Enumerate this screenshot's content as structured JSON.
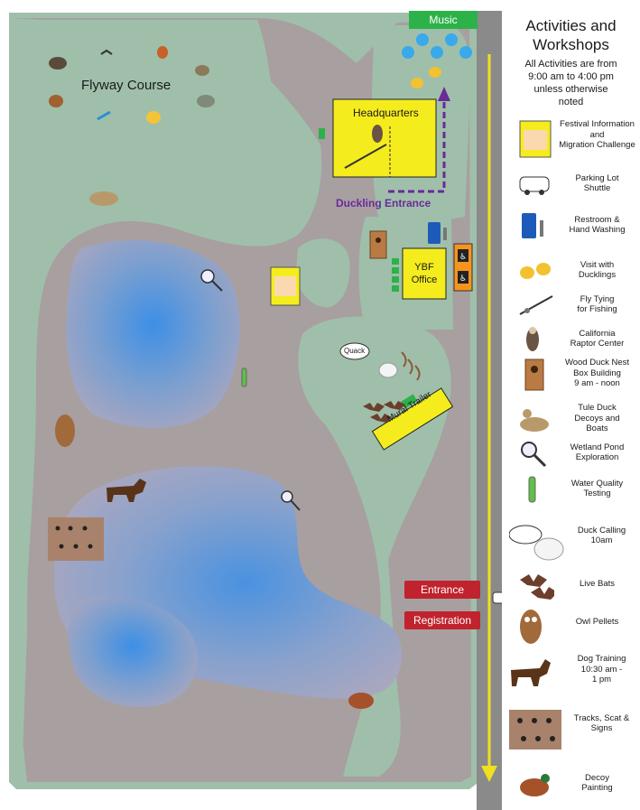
{
  "map": {
    "course_label": "Flyway Course",
    "headquarters_label": "Headquarters",
    "duckling_entrance_label": "Duckling Entrance",
    "ybf_office_label_line1": "YBF",
    "ybf_office_label_line2": "Office",
    "mural_trailer_label": "Mural Trailer",
    "quack_label": "Quack",
    "music_label": "Music",
    "entrance_label": "Entrance",
    "registration_label": "Registration"
  },
  "legend": {
    "title_line1": "Activities and",
    "title_line2": "Workshops",
    "sub_line1": "All Activities are from",
    "sub_line2": "9:00 am to 4:00 pm",
    "sub_line3": "unless otherwise",
    "sub_line4": "noted",
    "items": [
      {
        "icon": "festival-booth-icon",
        "lines": [
          "Festival Information",
          "and",
          "Migration Challenge"
        ]
      },
      {
        "icon": "shuttle-icon",
        "lines": [
          "Parking Lot",
          "Shuttle"
        ]
      },
      {
        "icon": "restroom-icon",
        "lines": [
          "Restroom &",
          "Hand Washing"
        ]
      },
      {
        "icon": "ducklings-icon",
        "lines": [
          "Visit with",
          "Ducklings"
        ]
      },
      {
        "icon": "fishing-rod-icon",
        "lines": [
          "Fly Tying",
          "for Fishing"
        ]
      },
      {
        "icon": "raptor-icon",
        "lines": [
          "California",
          "Raptor Center"
        ]
      },
      {
        "icon": "nest-box-icon",
        "lines": [
          "Wood Duck Nest",
          "Box Building",
          "9 am - noon"
        ]
      },
      {
        "icon": "decoy-icon",
        "lines": [
          "Tule Duck",
          "Decoys and",
          "Boats"
        ]
      },
      {
        "icon": "magnifier-icon",
        "lines": [
          "Wetland Pond",
          "Exploration"
        ]
      },
      {
        "icon": "test-tube-icon",
        "lines": [
          "Water Quality",
          "Testing"
        ]
      },
      {
        "icon": "duck-calling-icon",
        "lines": [
          "Duck Calling",
          "10am"
        ]
      },
      {
        "icon": "bats-icon",
        "lines": [
          "Live Bats"
        ]
      },
      {
        "icon": "owl-icon",
        "lines": [
          "Owl Pellets"
        ]
      },
      {
        "icon": "dog-icon",
        "lines": [
          "Dog Training",
          "10:30 am -",
          "1 pm"
        ]
      },
      {
        "icon": "tracks-icon",
        "lines": [
          "Tracks, Scat &",
          "Signs"
        ]
      },
      {
        "icon": "decoy-painting-icon",
        "lines": [
          "Decoy",
          "Painting"
        ]
      }
    ]
  },
  "colors": {
    "land": "#9fbfaa",
    "path": "#a89fa0",
    "water_center": "#5a9fe0",
    "water_edge": "#a7a9c6",
    "road": "#8a8a8a",
    "road_line": "#f0e020",
    "building": "#f5ec1e",
    "accent_purple": "#6a2a9a",
    "red_sign": "#c0232e",
    "green_sign": "#2db24a"
  }
}
